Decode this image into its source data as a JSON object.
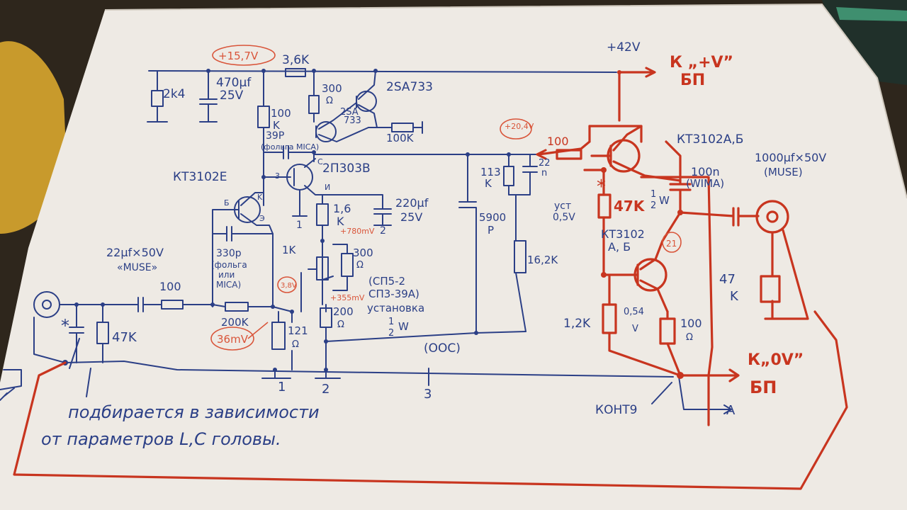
{
  "schematic": {
    "supply_label": "+42V",
    "to_psu_plus": "К „+V”",
    "psu_label_top": "БП",
    "to_psu_zero": "К„0V”",
    "psu_label_bottom": "БП",
    "kontur_label": "КОНТ9",
    "output_label": "A",
    "ooc_label": "(ООС)",
    "note_line1": "подбирается в зависимости",
    "note_line2": "от параметров L,C головы.",
    "measure_voltages": {
      "v_15_7": "+15,7V",
      "v_20_4": "+20,4V",
      "v_36mv": "36mV",
      "v_780": "+780mV",
      "v_355": "+355mV",
      "v_small": "3,8V",
      "v_21": "21"
    },
    "components": {
      "r_3_6k": "3,6K",
      "r_2k4": "2k4",
      "c_470": "470µf",
      "c_470_v": "25V",
      "r_100k_top": "100",
      "r_100k_top_unit": "K",
      "r_300": "300",
      "r_300_unit": "Ω",
      "q_2sa733": "2SA733",
      "q_2sa733b_1": "2SA",
      "q_2sa733b_2": "733",
      "r_100k_right": "100K",
      "c_39p": "39P",
      "c_39p_note": "(фольга MICA)",
      "q_2p303": "2П303В",
      "q_kt3102e": "КТ3102Е",
      "r_1_6k": "1,6",
      "r_1_6k_unit": "K",
      "c_220": "220µf",
      "c_220_v": "25V",
      "r_113k": "113",
      "r_113k_unit": "K",
      "c_22n": "22",
      "c_22n_unit": "n",
      "c_5900": "5900",
      "c_5900_unit": "P",
      "r_16_2k": "16,2K",
      "r_100_red": "100",
      "q_kt3102ab_top": "КТ3102А,Б",
      "c_100n": "100n",
      "c_100n_note": "(WIMA)",
      "c_100uf": "1000µf×50V",
      "c_100uf_note": "(MUSE)",
      "r_47k_red": "47K",
      "r_47k_label_1": "уст",
      "r_47k_label_2": "0,5V",
      "half_w_red_1": "1",
      "half_w_red_2": "2",
      "half_w_red_unit": "W",
      "q_kt3102ab_bot_1": "КТ3102",
      "q_kt3102ab_bot_2": "А, Б",
      "r_1_2k": "1,2K",
      "r_100_bot_red": "100",
      "r_100_bot_unit": "Ω",
      "v_054": "0,54",
      "v_054_unit": "V",
      "r_47k_out": "47",
      "r_47k_out_unit": "K",
      "c_22uf": "22µf×50V",
      "c_22uf_note": "«MUSE»",
      "r_100_in": "100",
      "r_47k_in": "47K",
      "c_330p": "330р",
      "c_330p_note_1": "(фольга",
      "c_330p_note_2": "или",
      "c_330p_note_3": "MICA)",
      "r_200k": "200K",
      "r_1k": "1K",
      "r_300_mid": "300",
      "r_300_mid_unit": "Ω",
      "pot_1": "(СП5-2",
      "pot_2": "СП3-39А)",
      "pot_3": "установка",
      "pot_half_1": "1",
      "pot_half_2": "2",
      "pot_half_unit": "W",
      "r_200": "200",
      "r_200_unit": "Ω",
      "r_121": "121",
      "r_121_unit": "Ω",
      "node_1": "1",
      "node_2": "2",
      "node_3": "3",
      "node_1b": "1",
      "node_2b": "2",
      "pin_c": "C",
      "pin_u": "И",
      "pin_3": "3",
      "pin_k": "K",
      "pin_5": "Б",
      "pin_e": "Э",
      "asterisk_in": "*",
      "asterisk_red": "*"
    }
  }
}
